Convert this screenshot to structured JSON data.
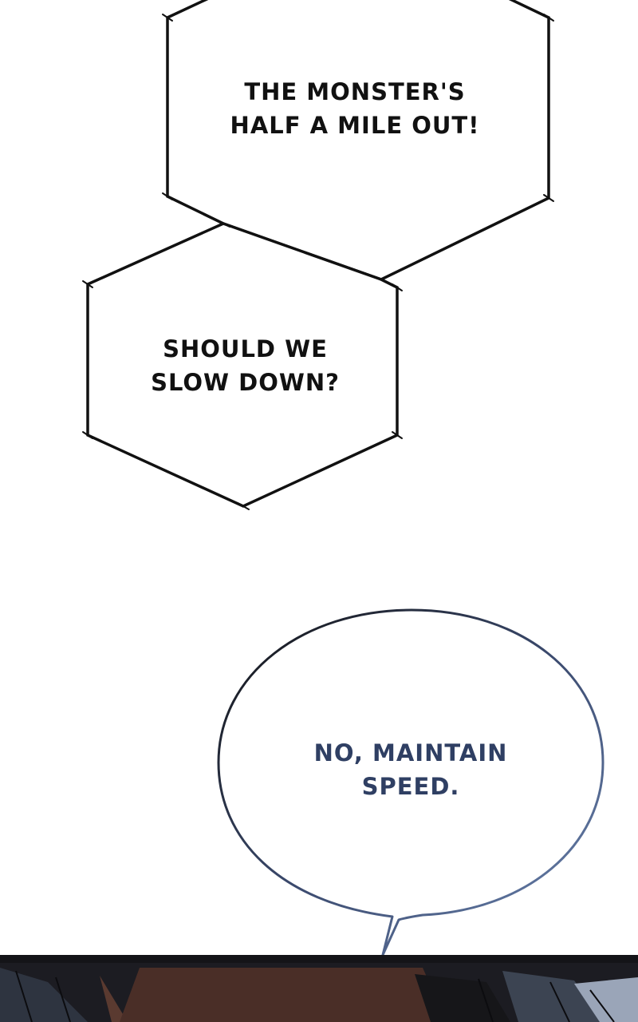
{
  "panel": {
    "background_color": "#ffffff",
    "bottom_strip_color": "#1c1c22"
  },
  "bubbles": [
    {
      "shape": "hexagon",
      "border_color": "#111111",
      "lines": [
        "THE MONSTER'S",
        "HALF A MILE OUT!"
      ]
    },
    {
      "shape": "hexagon",
      "border_color": "#111111",
      "lines": [
        "SHOULD WE",
        "SLOW DOWN?"
      ]
    },
    {
      "shape": "speech-oval",
      "border_color": "#2f3f63",
      "text_color": "#2f3f63",
      "lines": [
        "NO, MAINTAIN",
        "SPEED."
      ]
    }
  ]
}
